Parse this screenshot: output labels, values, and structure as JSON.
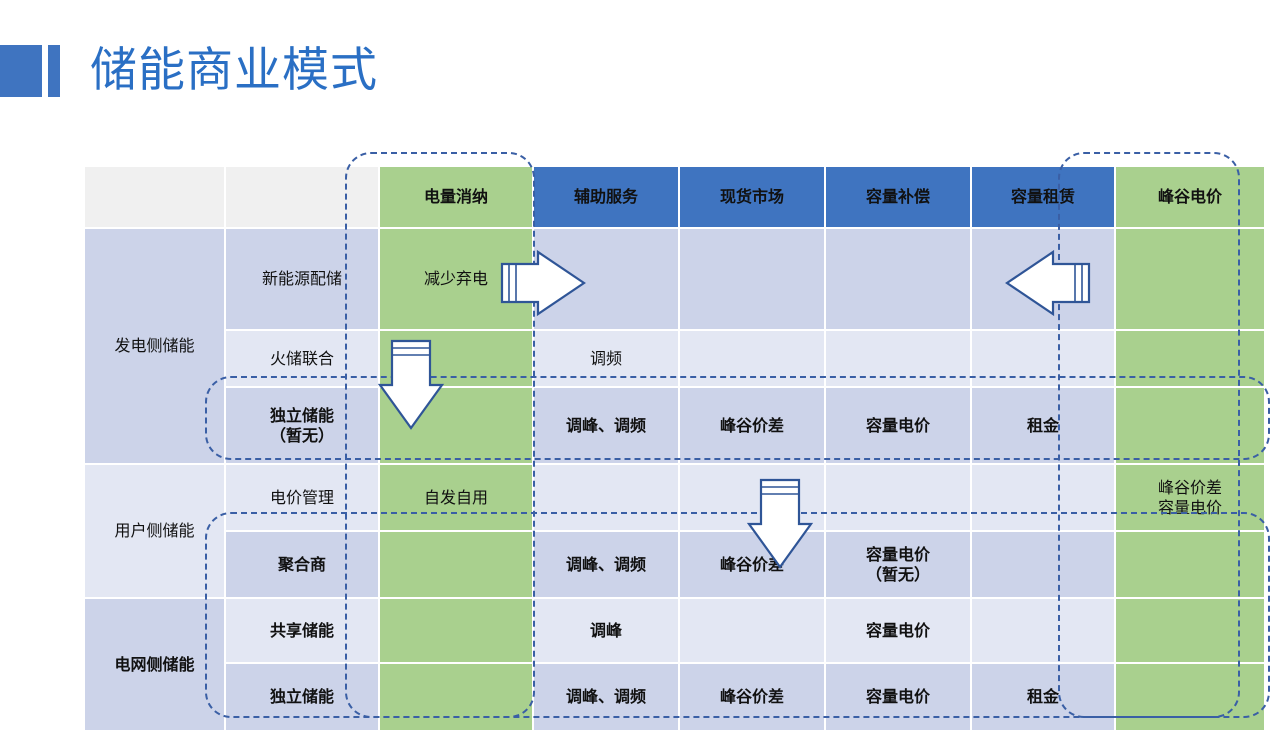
{
  "title": "储能商业模式",
  "table": {
    "header": {
      "group_col": "",
      "type_col": "",
      "columns": [
        {
          "label": "电量消纳",
          "style": "green"
        },
        {
          "label": "辅助服务",
          "style": "blue"
        },
        {
          "label": "现货市场",
          "style": "blue"
        },
        {
          "label": "容量补偿",
          "style": "blue"
        },
        {
          "label": "容量租赁",
          "style": "blue"
        },
        {
          "label": "峰谷电价",
          "style": "green"
        }
      ]
    },
    "groups": [
      {
        "label": "发电侧储能",
        "rows": 3
      },
      {
        "label": "用户侧储能",
        "rows": 2
      },
      {
        "label": "电网侧储能",
        "rows": 2
      }
    ],
    "rows": [
      {
        "type": "新能源配储",
        "cells": [
          "减少弃电",
          "",
          "",
          "",
          "",
          ""
        ]
      },
      {
        "type": "火储联合",
        "cells": [
          "",
          "调频",
          "",
          "",
          "",
          ""
        ]
      },
      {
        "type": "独立储能\n（暂无）",
        "cells": [
          "",
          "调峰、调频",
          "峰谷价差",
          "容量电价",
          "租金",
          ""
        ]
      },
      {
        "type": "电价管理",
        "cells": [
          "自发自用",
          "",
          "",
          "",
          "",
          "峰谷价差\n容量电价"
        ]
      },
      {
        "type": "聚合商",
        "cells": [
          "",
          "调峰、调频",
          "峰谷价差",
          "容量电价\n（暂无）",
          "",
          ""
        ]
      },
      {
        "type": "共享储能",
        "cells": [
          "",
          "调峰",
          "",
          "容量电价",
          "",
          ""
        ]
      },
      {
        "type": "独立储能",
        "cells": [
          "",
          "调峰、调频",
          "峰谷价差",
          "容量电价",
          "租金",
          ""
        ]
      }
    ]
  },
  "annotations": {
    "arrows": [
      {
        "name": "arrow-right",
        "direction": "right"
      },
      {
        "name": "arrow-down",
        "direction": "down"
      },
      {
        "name": "arrow-left",
        "direction": "left"
      },
      {
        "name": "arrow-down-secondary",
        "direction": "down"
      }
    ],
    "highlight_boxes": [
      {
        "name": "electricity-consumption-column"
      },
      {
        "name": "peak-valley-price-column"
      },
      {
        "name": "independent-storage-row"
      },
      {
        "name": "bottom-group-rows"
      }
    ]
  },
  "colors": {
    "title_blue": "#2a6fc4",
    "header_blue": "#3f74c0",
    "green": "#a9d08e",
    "row_dark": "#ccd3e9",
    "row_light": "#e3e7f3",
    "dash_border": "#3a5fa5"
  }
}
